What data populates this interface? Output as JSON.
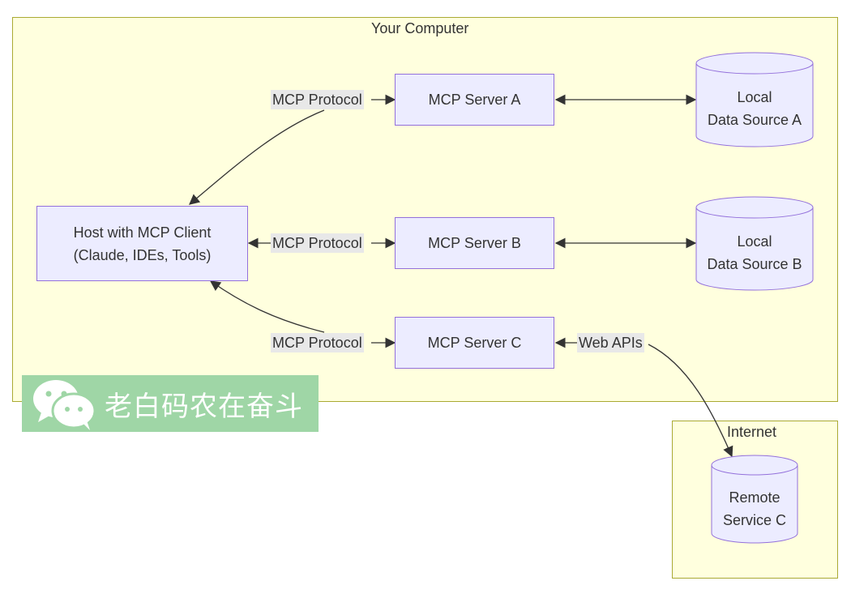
{
  "clusters": {
    "computer": {
      "title": "Your Computer"
    },
    "internet": {
      "title": "Internet"
    }
  },
  "nodes": {
    "host": {
      "line1": "Host with MCP Client",
      "line2": "(Claude, IDEs, Tools)"
    },
    "server_a": {
      "label": "MCP Server A"
    },
    "server_b": {
      "label": "MCP Server B"
    },
    "server_c": {
      "label": "MCP Server C"
    },
    "data_a": {
      "line1": "Local",
      "line2": "Data Source A"
    },
    "data_b": {
      "line1": "Local",
      "line2": "Data Source B"
    },
    "remote_c": {
      "line1": "Remote",
      "line2": "Service C"
    }
  },
  "edges": {
    "protocol_a": "MCP Protocol",
    "protocol_b": "MCP Protocol",
    "protocol_c": "MCP Protocol",
    "web_apis": "Web APIs"
  },
  "watermark": {
    "text": "老白码农在奋斗",
    "icon": "wechat-icon"
  },
  "colors": {
    "cluster_fill": "#ffffde",
    "cluster_border": "#aaaa33",
    "node_fill": "#ececff",
    "node_border": "#9370db",
    "edge_label_bg": "#e8e8e8",
    "watermark_bg": "#9fd6a6"
  }
}
